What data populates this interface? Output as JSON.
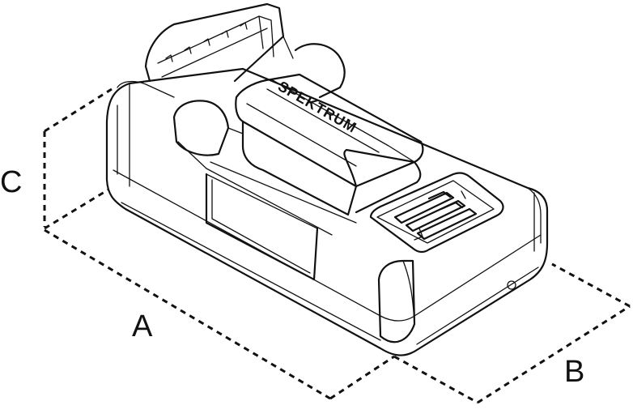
{
  "dimension_labels": {
    "a": "A",
    "b": "B",
    "c": "C"
  },
  "brand_text": "SPEKTRUM",
  "colors": {
    "line": "#111111",
    "background": "#ffffff"
  }
}
